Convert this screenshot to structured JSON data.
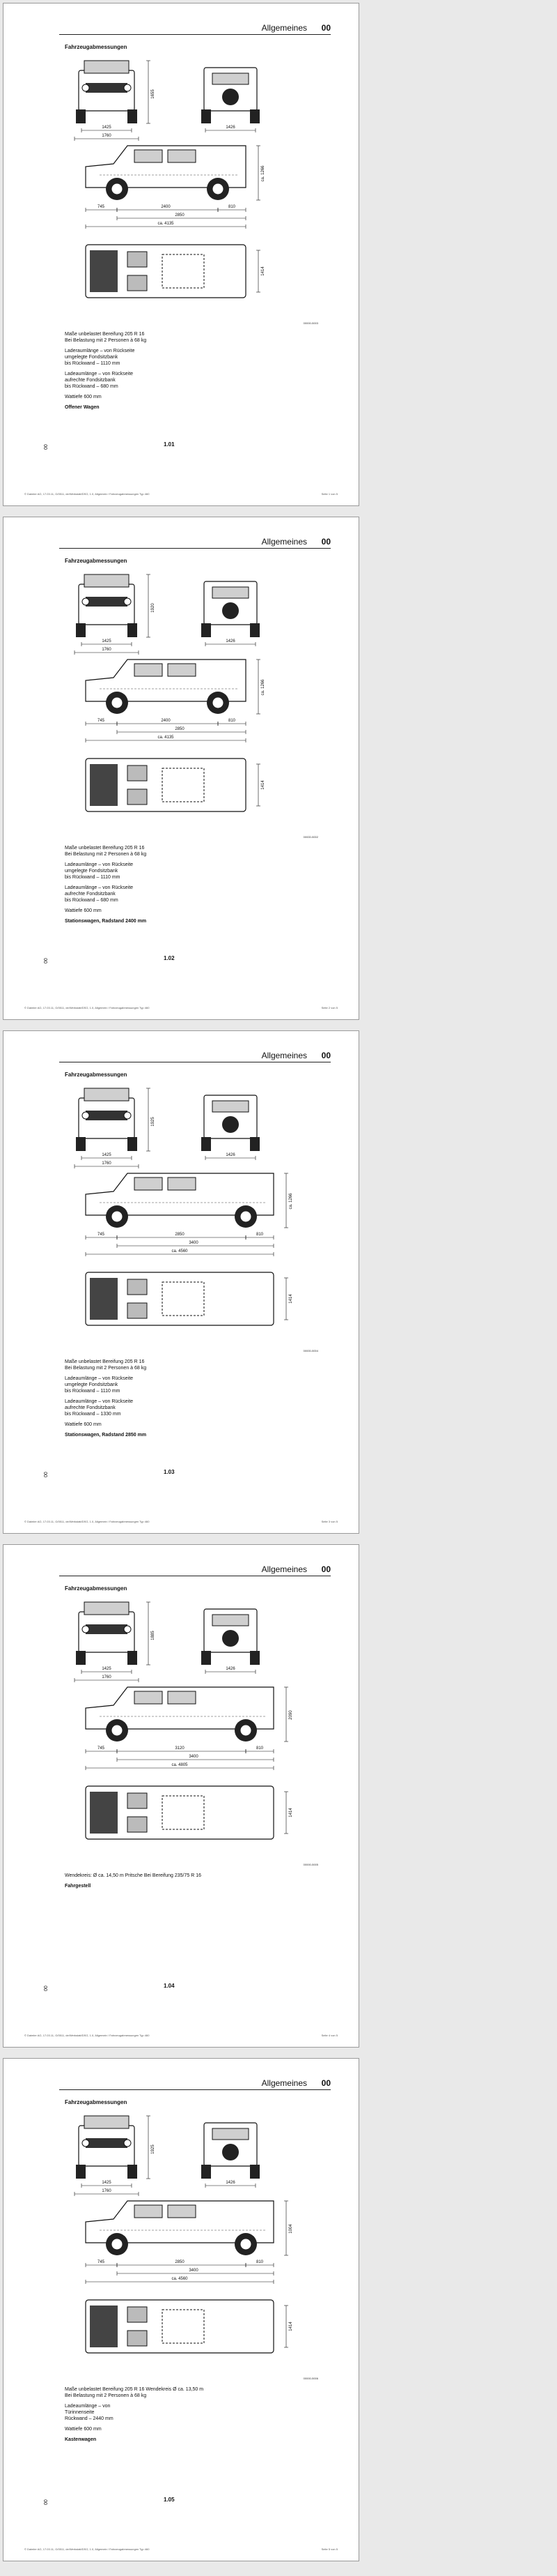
{
  "header": {
    "section": "Allgemeines",
    "number": "00"
  },
  "pages": [
    {
      "title": "Fahrzeugabmessungen",
      "dims": [
        "1425",
        "1760",
        "1426",
        "2400",
        "2850",
        "ca. 4135",
        "745",
        "810",
        "1655",
        "ca. 1266",
        "1414"
      ],
      "stamp": "00000-5003",
      "notes": [
        "Maße unbelastet Bereifung 205 R 16\nBei Belastung mit 2 Personen à 68 kg",
        "Laderaumlänge – von Rückseite\numgelegte Fondsitzbank\nbis Rückwand – 1110 mm",
        "Ladeaumlänge – von Rückseite\naufrechte Fondsitzbank\nbis Rückwand – 680 mm",
        "Wattiefe 600 mm"
      ],
      "caption": "Offener Wagen",
      "side": "00",
      "page_num": "1.01",
      "footer_left": "© Daimler AG, 17.03.11, G/0511, de/Werkstatt/DSG, 1.0, Allgemein / Fahrzeugabmessungen Typ 460",
      "footer_right": "Seite 1 von 5"
    },
    {
      "title": "Fahrzeugabmessungen",
      "dims": [
        "1425",
        "1760",
        "1426",
        "2400",
        "2850",
        "ca. 4135",
        "745",
        "810",
        "1920",
        "ca. 1266",
        "1414"
      ],
      "stamp": "00000-5002",
      "notes": [
        "Maße unbelastet Bereifung 205 R 16\nBei Belastung mit 2 Personen à 68 kg",
        "Ladeaumlänge – von Rückseite\numgelegte Fondsitzbank\nbis Rückwand – 1110 mm",
        "Ladeaumlänge – von Rückseite\naufrechte Fondsitzbank\nbis Rückwand – 680 mm",
        "Wattiefe 600 mm"
      ],
      "caption": "Stationswagen, Radstand 2400 mm",
      "side": "00",
      "page_num": "1.02",
      "footer_left": "© Daimler AG, 17.03.11, G/0511, de/Werkstatt/DSG, 1.0, Allgemein / Fahrzeugabmessungen Typ 460",
      "footer_right": "Seite 2 von 5"
    },
    {
      "title": "Fahrzeugabmessungen",
      "dims": [
        "1425",
        "1760",
        "1426",
        "2850",
        "3400",
        "ca. 4560",
        "745",
        "810",
        "1925",
        "ca. 1266",
        "1414"
      ],
      "stamp": "00000-5004",
      "notes": [
        "Maße unbelastet Bereifung 205 R 16\nBei Belastung mit 2 Personen à 68 kg",
        "Ladeaumlänge – von Rückseite\numgelegte Fondsitzbank\nbis Rückwand – 1110 mm",
        "Ladeaumlänge – von Rückseite\naufrechte Fondsitzbank\nbis Rückwand – 1330 mm",
        "Wattiefe 600 mm"
      ],
      "caption": "Stationswagen, Radstand 2850 mm",
      "side": "00",
      "page_num": "1.03",
      "footer_left": "© Daimler AG, 17.03.11, G/0511, de/Werkstatt/DSG, 1.0, Allgemein / Fahrzeugabmessungen Typ 460",
      "footer_right": "Seite 3 von 5"
    },
    {
      "title": "Fahrzeugabmessungen",
      "dims": [
        "1425",
        "1760",
        "1426",
        "3120",
        "3400",
        "ca. 4805",
        "745",
        "810",
        "1885",
        "2090",
        "1414"
      ],
      "stamp": "00000-5005",
      "notes": [
        "Wendekreis: Ø ca. 14,50 m  Pritsche  Bei Bereifung 235/75 R 16"
      ],
      "caption": "Fahrgestell",
      "side": "00",
      "page_num": "1.04",
      "footer_left": "© Daimler AG, 17.03.11, G/0511, de/Werkstatt/DSG, 1.0, Allgemein / Fahrzeugabmessungen Typ 460",
      "footer_right": "Seite 4 von 5"
    },
    {
      "title": "Fahrzeugabmessungen",
      "dims": [
        "1425",
        "1760",
        "1426",
        "2850",
        "3400",
        "ca. 4560",
        "745",
        "810",
        "1925",
        "1004",
        "1414"
      ],
      "stamp": "00000-5006",
      "notes": [
        "Maße unbelastet Bereifung 205 R 16 Wendekreis Ø ca. 13,50 m\nBei Belastung mit 2 Personen à 68 kg",
        "Ladeaumlänge – von\nTürinnenseite\nRückwand – 2440 mm",
        "Wattiefe 600 mm"
      ],
      "caption": "Kastenwagen",
      "side": "00",
      "page_num": "1.05",
      "footer_left": "© Daimler AG, 17.03.11, G/0511, de/Werkstatt/DSG, 1.0, Allgemein / Fahrzeugabmessungen Typ 460",
      "footer_right": "Seite 5 von 5"
    }
  ]
}
